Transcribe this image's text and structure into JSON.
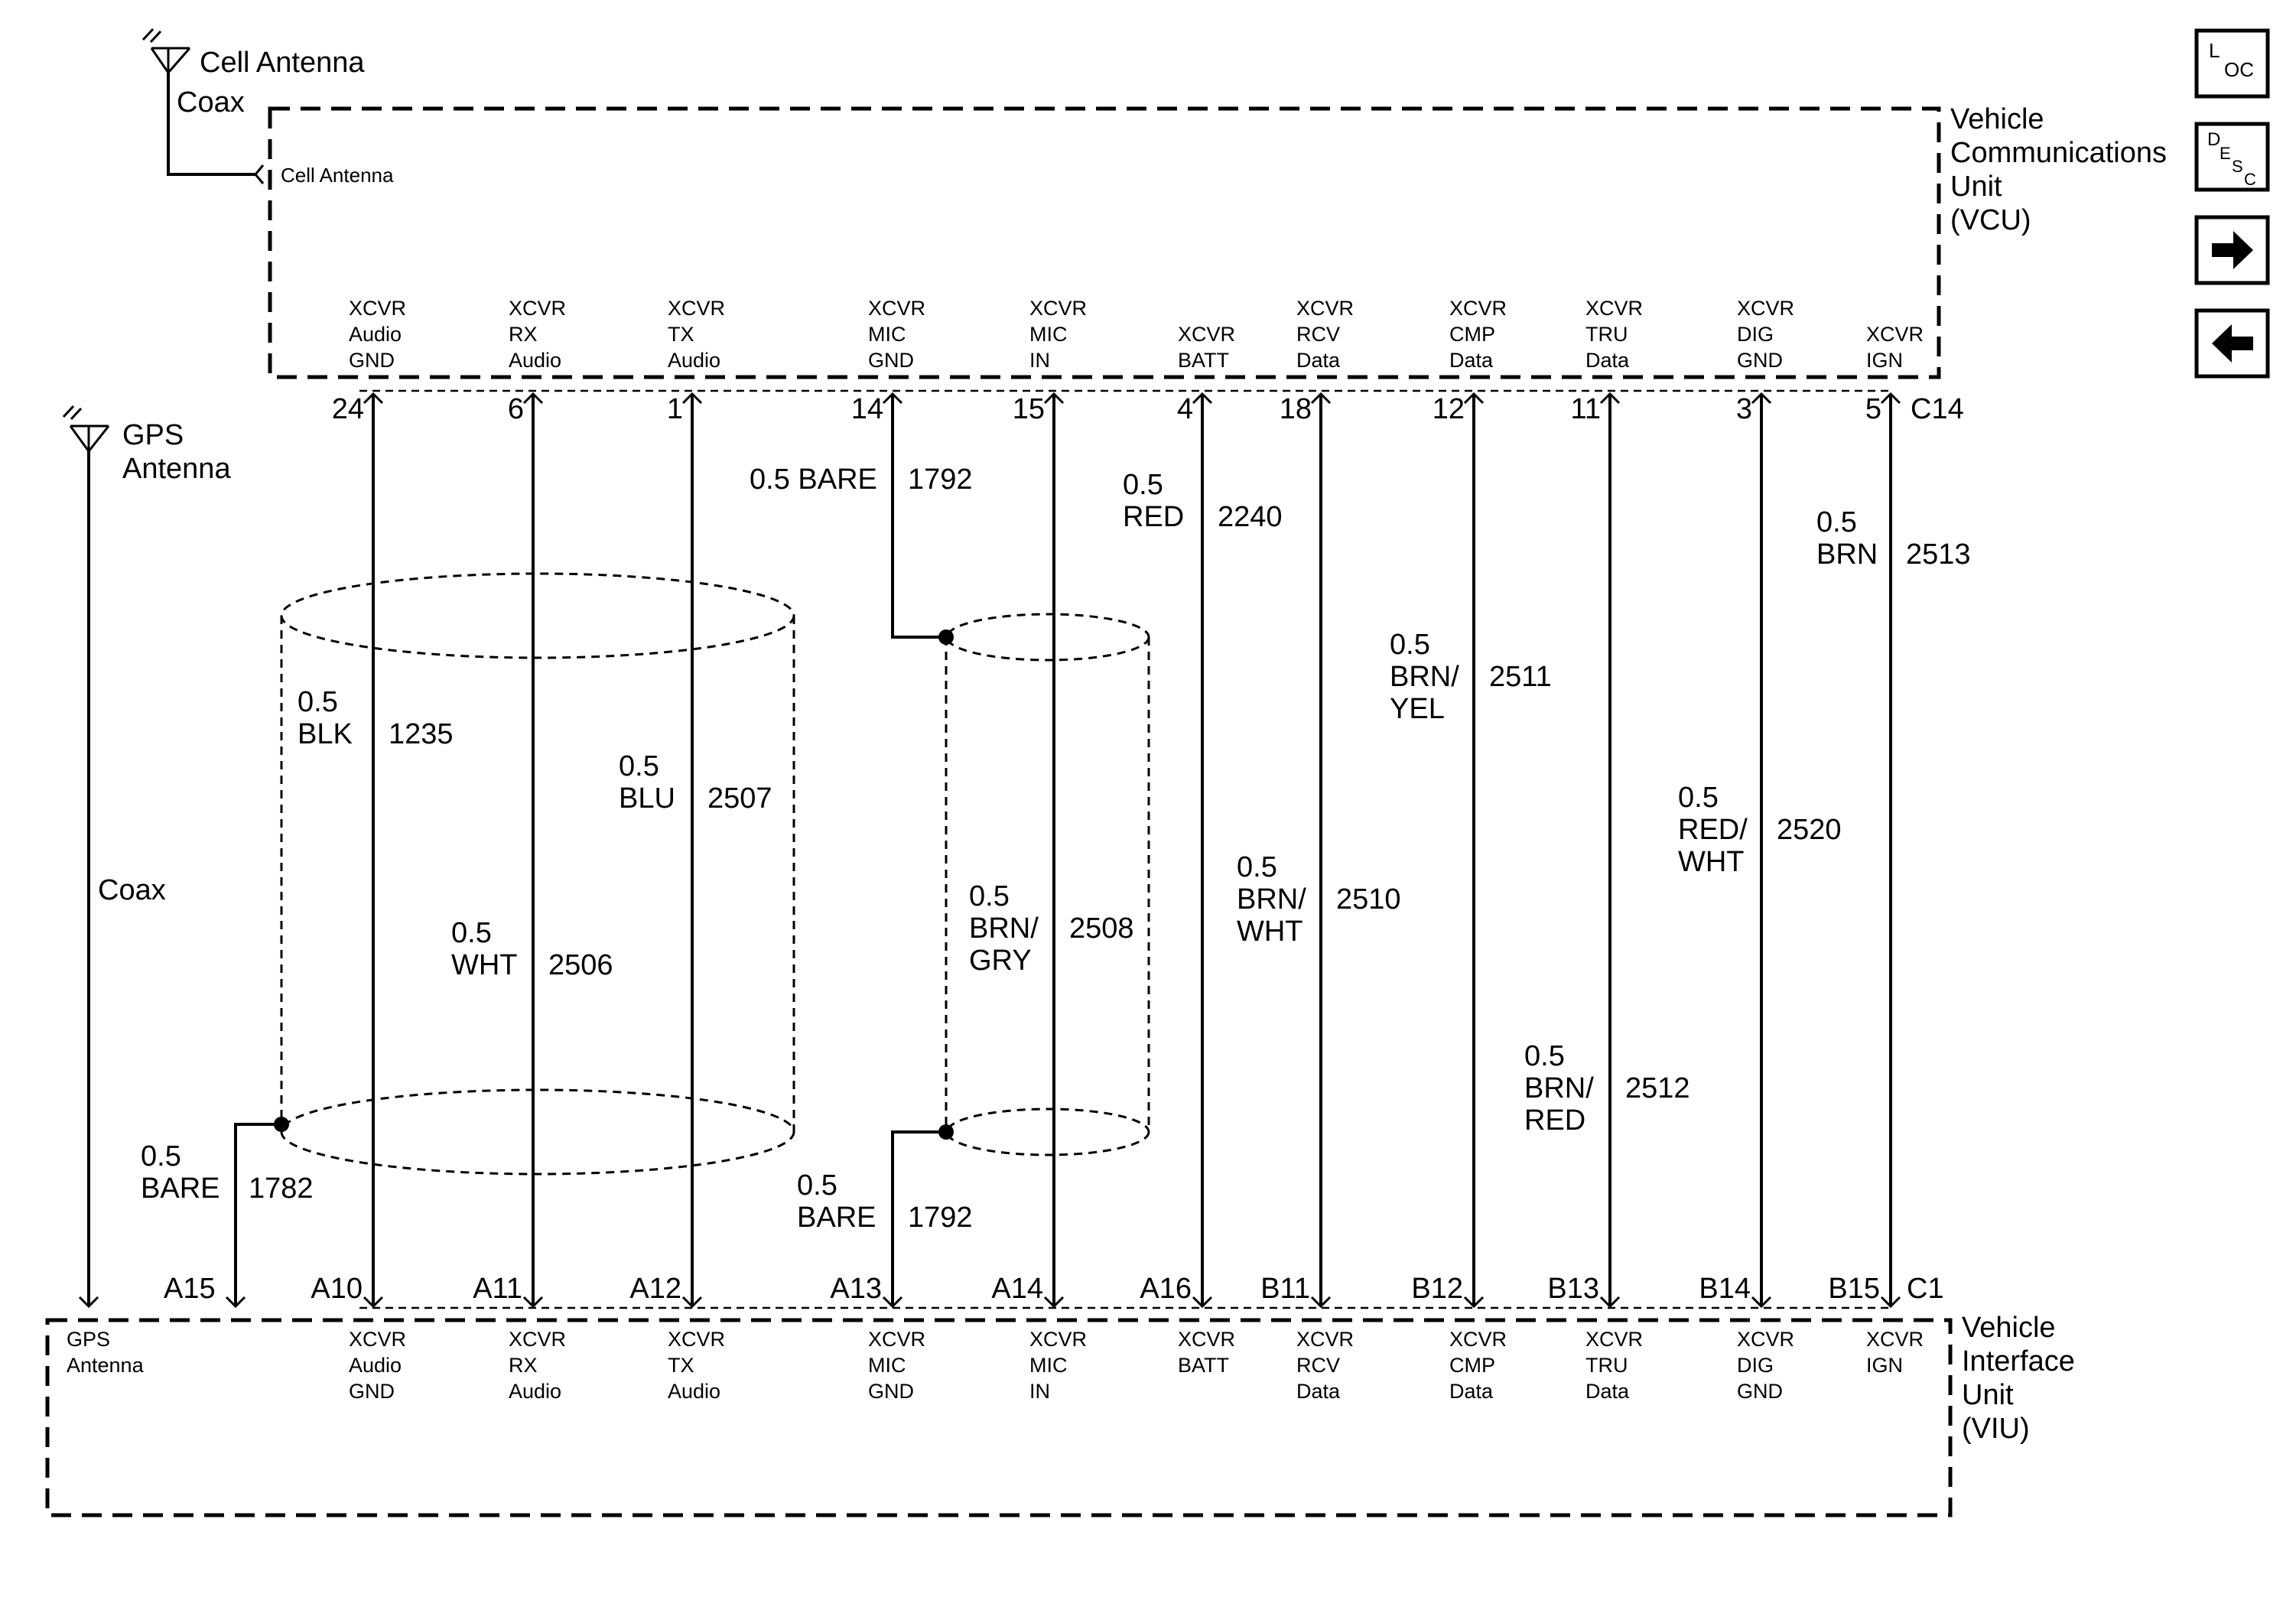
{
  "antennas": {
    "cell_label": "Cell Antenna",
    "cell_coax_label": "Coax",
    "gps_label_1": "GPS",
    "gps_label_2": "Antenna",
    "gps_coax_label": "Coax"
  },
  "vcu": {
    "name_lines": [
      "Vehicle",
      "Communications",
      "Unit",
      "(VCU)"
    ],
    "connector": "C14",
    "cell_antenna_terminal": "Cell Antenna"
  },
  "viu": {
    "name_lines": [
      "Vehicle",
      "Interface",
      "Unit",
      "(VIU)"
    ],
    "connector": "C1",
    "gps_terminal": [
      "GPS",
      "Antenna"
    ]
  },
  "circuits": [
    {
      "name": [
        "XCVR",
        "Audio",
        "GND"
      ],
      "vcu_pin": "24",
      "viu_pin": "A10",
      "gauge": "0.5",
      "color": [
        "BLK"
      ],
      "number": "1235"
    },
    {
      "name": [
        "XCVR",
        "RX",
        "Audio"
      ],
      "vcu_pin": "6",
      "viu_pin": "A11",
      "gauge": "0.5",
      "color": [
        "WHT"
      ],
      "number": "2506"
    },
    {
      "name": [
        "XCVR",
        "TX",
        "Audio"
      ],
      "vcu_pin": "1",
      "viu_pin": "A12",
      "gauge": "0.5",
      "color": [
        "BLU"
      ],
      "number": "2507"
    },
    {
      "name": [
        "XCVR",
        "MIC",
        "GND"
      ],
      "vcu_pin": "14",
      "viu_pin": "A13",
      "gauge": "0.5",
      "color": [
        "BARE"
      ],
      "number": "1792"
    },
    {
      "name": [
        "XCVR",
        "MIC",
        "IN"
      ],
      "vcu_pin": "15",
      "viu_pin": "A14",
      "gauge": "0.5",
      "color": [
        "BRN/",
        "GRY"
      ],
      "number": "2508"
    },
    {
      "name": [
        "XCVR",
        "BATT"
      ],
      "vcu_pin": "4",
      "viu_pin": "A16",
      "gauge": "0.5",
      "color": [
        "RED"
      ],
      "number": "2240"
    },
    {
      "name": [
        "XCVR",
        "RCV",
        "Data"
      ],
      "vcu_pin": "18",
      "viu_pin": "B11",
      "gauge": "0.5",
      "color": [
        "BRN/",
        "WHT"
      ],
      "number": "2510"
    },
    {
      "name": [
        "XCVR",
        "CMP",
        "Data"
      ],
      "vcu_pin": "12",
      "viu_pin": "B12",
      "gauge": "0.5",
      "color": [
        "BRN/",
        "YEL"
      ],
      "number": "2511"
    },
    {
      "name": [
        "XCVR",
        "TRU",
        "Data"
      ],
      "vcu_pin": "11",
      "viu_pin": "B13",
      "gauge": "0.5",
      "color": [
        "BRN/",
        "RED"
      ],
      "number": "2512"
    },
    {
      "name": [
        "XCVR",
        "DIG",
        "GND"
      ],
      "vcu_pin": "3",
      "viu_pin": "B14",
      "gauge": "0.5",
      "color": [
        "RED/",
        "WHT"
      ],
      "number": "2520"
    },
    {
      "name": [
        "XCVR",
        "IGN"
      ],
      "vcu_pin": "5",
      "viu_pin": "B15",
      "gauge": "0.5",
      "color": [
        "BRN"
      ],
      "number": "2513"
    }
  ],
  "shield_drains": {
    "audio_drain": {
      "viu_pin": "A15",
      "gauge": "0.5",
      "color": "BARE",
      "number": "1782"
    }
  },
  "mic_ground_top_label": {
    "gauge_color": "0.5 BARE",
    "number": "1792"
  },
  "nav_buttons": {
    "loc": {
      "big": "L",
      "small": "OC"
    },
    "desc": {
      "big": "D",
      "small1": "E",
      "small2": "S",
      "small3": "C"
    },
    "forward_icon": "arrow-right-icon",
    "back_icon": "arrow-left-icon"
  }
}
